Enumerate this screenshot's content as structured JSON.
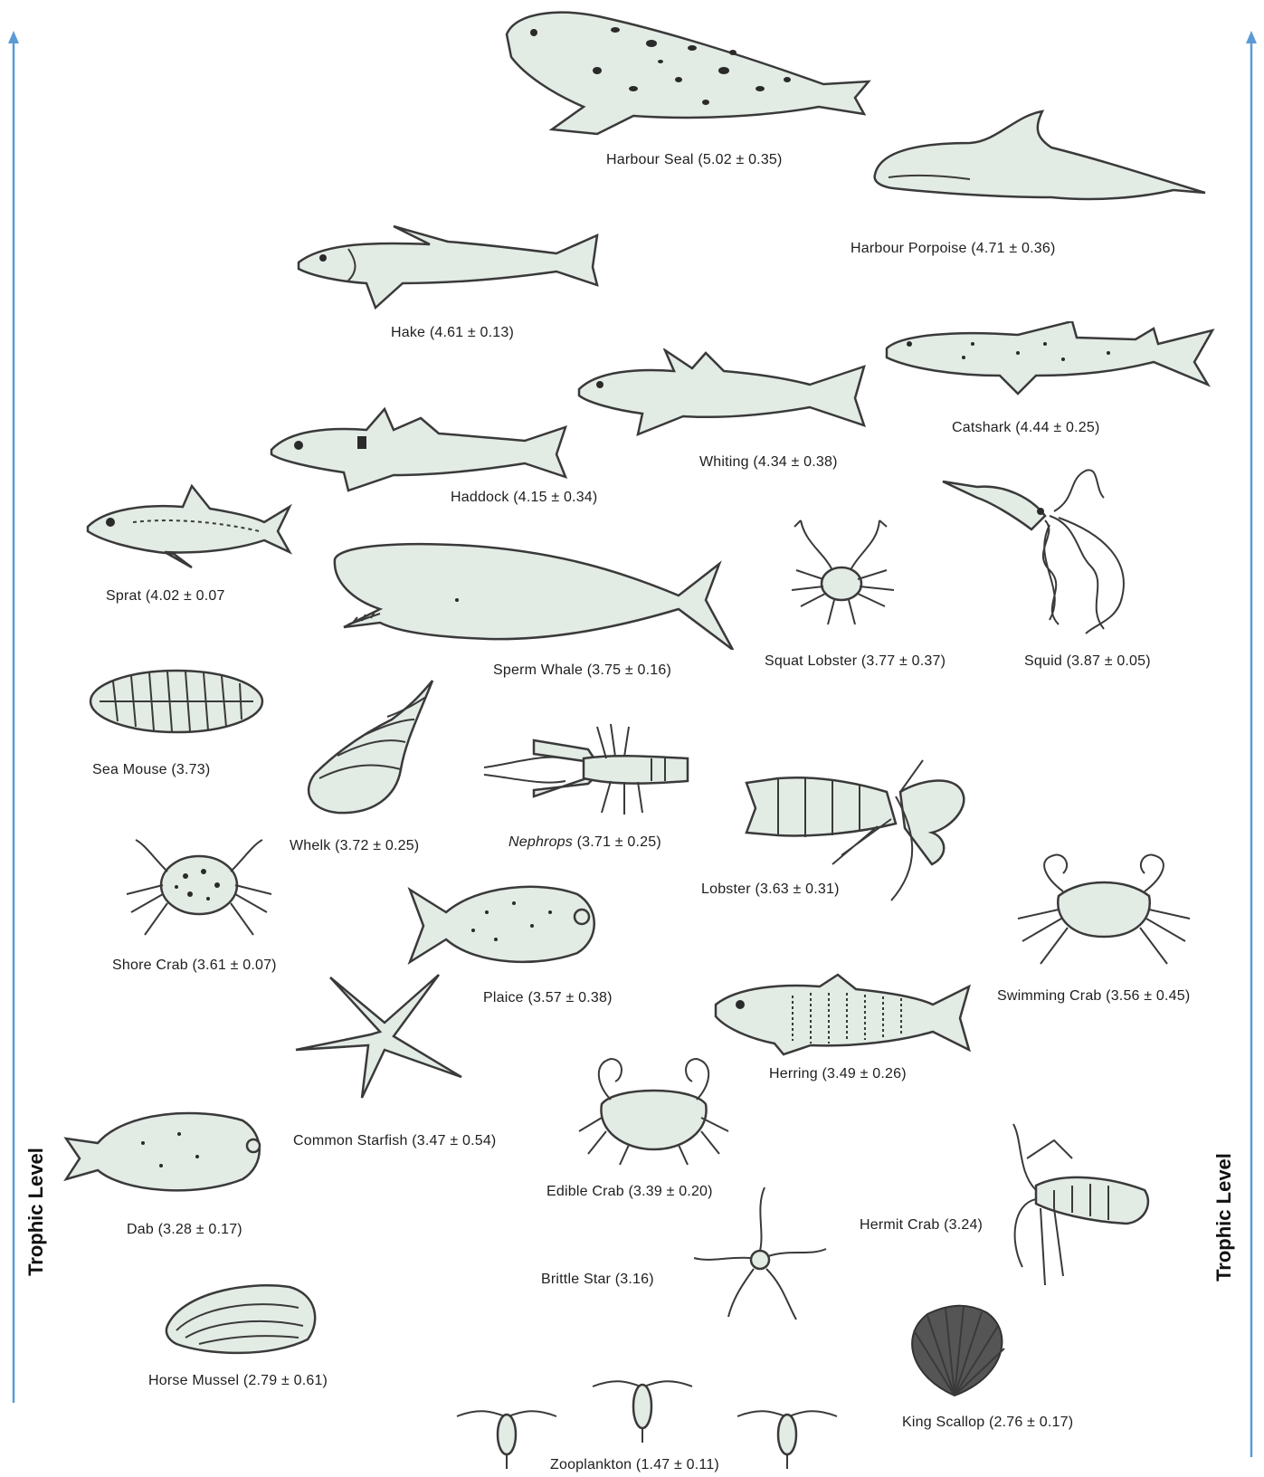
{
  "axis": {
    "title": "Trophic Level",
    "arrow_color": "#5b9bd5"
  },
  "species": [
    {
      "id": "harbour-seal",
      "name": "Harbour Seal",
      "value": "(5.02 ± 0.35)",
      "icon": "seal"
    },
    {
      "id": "harbour-porpoise",
      "name": "Harbour Porpoise",
      "value": "(4.71 ± 0.36)",
      "icon": "porpoise"
    },
    {
      "id": "hake",
      "name": "Hake",
      "value": "(4.61 ± 0.13)",
      "icon": "fish"
    },
    {
      "id": "catshark",
      "name": "Catshark",
      "value": "(4.44 ± 0.25)",
      "icon": "shark"
    },
    {
      "id": "whiting",
      "name": "Whiting",
      "value": "(4.34 ± 0.38)",
      "icon": "fish"
    },
    {
      "id": "haddock",
      "name": "Haddock",
      "value": "(4.15 ± 0.34)",
      "icon": "fish"
    },
    {
      "id": "sprat",
      "name": "Sprat",
      "value": "(4.02 ± 0.07",
      "icon": "fish"
    },
    {
      "id": "sperm-whale",
      "name": "Sperm Whale",
      "value": "(3.75 ± 0.16)",
      "icon": "whale"
    },
    {
      "id": "squat-lobster",
      "name": "Squat Lobster",
      "value": "(3.77 ± 0.37)",
      "icon": "crab"
    },
    {
      "id": "squid",
      "name": "Squid",
      "value": "(3.87 ± 0.05)",
      "icon": "squid"
    },
    {
      "id": "sea-mouse",
      "name": "Sea Mouse",
      "value": "(3.73)",
      "icon": "sea-mouse"
    },
    {
      "id": "whelk",
      "name": "Whelk",
      "value": "(3.72 ± 0.25)",
      "icon": "shell"
    },
    {
      "id": "nephrops",
      "name": "Nephrops",
      "value": "(3.71 ± 0.25)",
      "icon": "lobster"
    },
    {
      "id": "lobster",
      "name": "Lobster",
      "value": "(3.63 ± 0.31)",
      "icon": "lobster"
    },
    {
      "id": "shore-crab",
      "name": "Shore Crab",
      "value": "(3.61 ± 0.07)",
      "icon": "crab"
    },
    {
      "id": "plaice",
      "name": "Plaice",
      "value": "(3.57 ± 0.38)",
      "icon": "flatfish"
    },
    {
      "id": "swimming-crab",
      "name": "Swimming Crab",
      "value": "(3.56 ± 0.45)",
      "icon": "crab"
    },
    {
      "id": "herring",
      "name": "Herring",
      "value": "(3.49 ± 0.26)",
      "icon": "fish"
    },
    {
      "id": "common-starfish",
      "name": "Common Starfish",
      "value": "(3.47 ± 0.54)",
      "icon": "starfish"
    },
    {
      "id": "edible-crab",
      "name": "Edible Crab",
      "value": "(3.39 ± 0.20)",
      "icon": "crab"
    },
    {
      "id": "dab",
      "name": "Dab",
      "value": "(3.28 ± 0.17)",
      "icon": "flatfish"
    },
    {
      "id": "hermit-crab",
      "name": "Hermit Crab",
      "value": "(3.24)",
      "icon": "lobster"
    },
    {
      "id": "brittle-star",
      "name": "Brittle Star",
      "value": "(3.16)",
      "icon": "brittle-star"
    },
    {
      "id": "horse-mussel",
      "name": "Horse Mussel",
      "value": "(2.79 ± 0.61)",
      "icon": "mussel"
    },
    {
      "id": "king-scallop",
      "name": "King Scallop",
      "value": "(2.76 ± 0.17)",
      "icon": "scallop"
    },
    {
      "id": "zooplankton",
      "name": "Zooplankton",
      "value": "(1.47 ± 0.11)",
      "icon": "zooplankton"
    }
  ]
}
